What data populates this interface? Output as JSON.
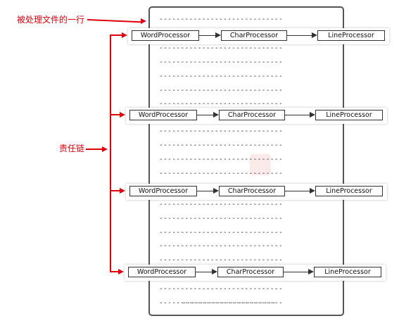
{
  "annotations": {
    "file_line_label": "被处理文件的一行",
    "chain_label": "责任链"
  },
  "doc_lines": [
    "-----------------------------",
    "-----------------------------",
    "-----------------------------",
    "-----------------------------",
    "-----------------------------",
    "-----------------------------",
    "-----------------------------",
    "-----------------------------",
    "-----------------------------",
    "-----------------------------",
    "-----------------------------",
    "-----------------------------",
    "-----------------------------",
    "-----------------------------",
    "-----------------------------",
    "-----------------------------",
    "-----------------------------",
    "-----------------------------",
    "-----------------------------",
    "----------------------"
  ],
  "chains": [
    {
      "word": "WordProcessor",
      "char": "CharProcessor",
      "line": "LineProcessor"
    },
    {
      "word": "WordProcessor",
      "char": "CharProcessor",
      "line": "LineProcessor"
    },
    {
      "word": "WordProcessor",
      "char": "CharProcessor",
      "line": "LineProcessor"
    },
    {
      "word": "WordProcessor",
      "char": "CharProcessor",
      "line": "LineProcessor"
    }
  ],
  "colors": {
    "annotation": "#e1000b",
    "border": "#555555",
    "box_border": "#333333"
  }
}
